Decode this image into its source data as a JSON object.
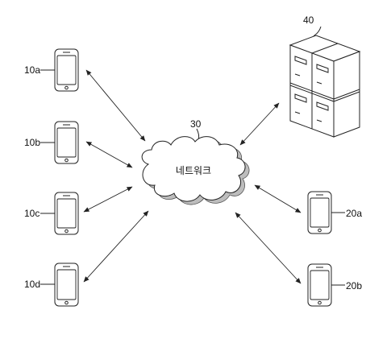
{
  "network": {
    "ref": "30",
    "label": "네트워크"
  },
  "server": {
    "ref": "40"
  },
  "terminals": [
    {
      "ref": "10a"
    },
    {
      "ref": "10b"
    },
    {
      "ref": "10c"
    },
    {
      "ref": "10d"
    }
  ],
  "clients": [
    {
      "ref": "20a"
    },
    {
      "ref": "20b"
    }
  ],
  "colors": {
    "line": "#222222",
    "background": "#ffffff"
  }
}
